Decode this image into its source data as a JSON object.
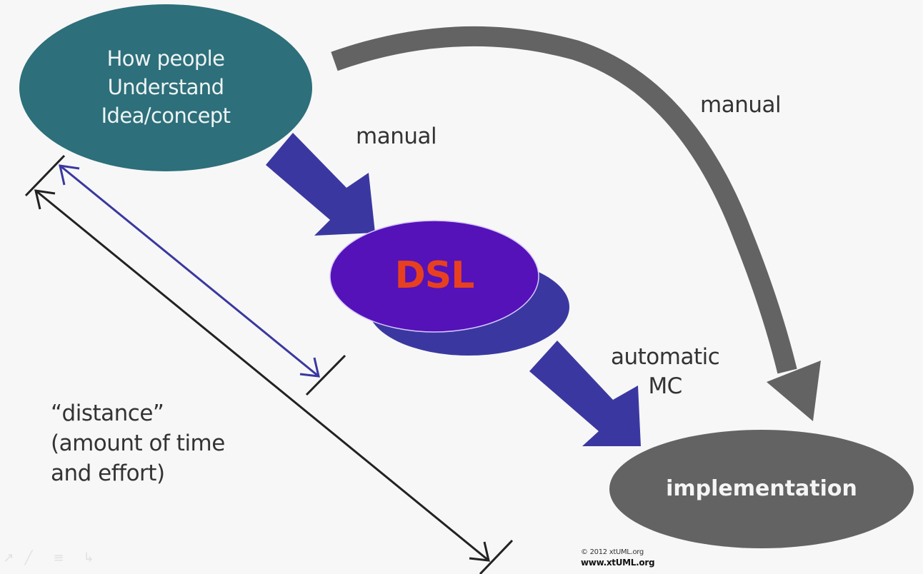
{
  "slide": {
    "background": "#f7f7f7",
    "nodes": {
      "concept": {
        "lines": [
          "How people",
          "Understand",
          "Idea/concept"
        ],
        "fill": "#2d6f7a"
      },
      "dsl": {
        "text": "DSL",
        "fill_front": "#5512b8",
        "fill_back": "#3a38a0",
        "text_color": "#e8401f"
      },
      "implementation": {
        "text": "implementation",
        "fill": "#636363"
      }
    },
    "arrows": {
      "concept_to_dsl": {
        "label": "manual",
        "color": "#3a38a0"
      },
      "dsl_to_impl": {
        "label_lines": [
          "automatic",
          "MC"
        ],
        "color": "#3a38a0"
      },
      "concept_to_impl": {
        "label": "manual",
        "color": "#636363"
      }
    },
    "distance": {
      "lines": [
        "“distance”",
        "(amount of time",
        "and effort)"
      ],
      "short_color": "#3a38a0",
      "long_color": "#222222"
    },
    "footer": {
      "copyright": "© 2012  xtUML.org",
      "url": "www.xtUML.org"
    },
    "controls": [
      {
        "name": "pointer-icon",
        "glyph": "↗"
      },
      {
        "name": "pen-icon",
        "glyph": "╱"
      },
      {
        "name": "menu-icon",
        "glyph": "≡"
      },
      {
        "name": "next-icon",
        "glyph": "↳"
      }
    ]
  }
}
